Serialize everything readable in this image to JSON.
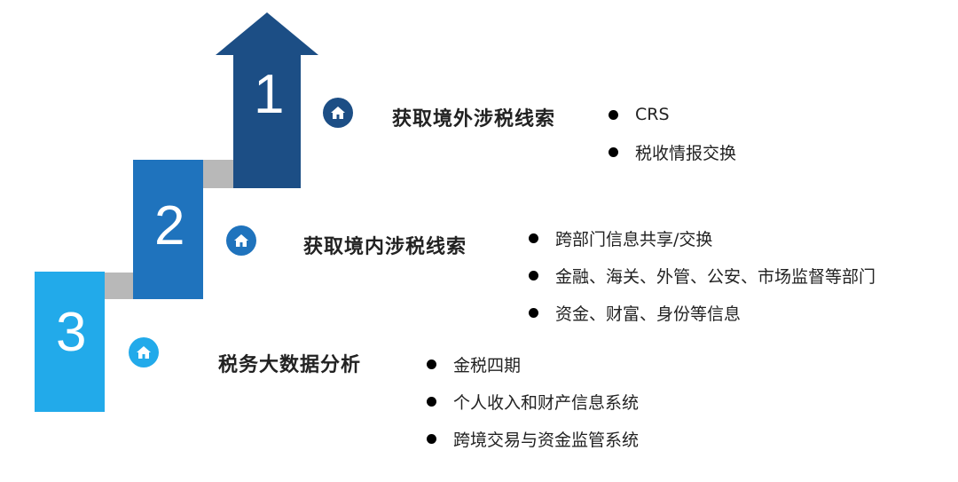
{
  "steps": [
    {
      "number": "1",
      "color": "#1c4e85",
      "icon": "home-icon",
      "title": "获取境外涉税线索",
      "items": [
        "CRS",
        "税收情报交换"
      ]
    },
    {
      "number": "2",
      "color": "#1f73bd",
      "icon": "home-icon",
      "title": "获取境内涉税线索",
      "items": [
        "跨部门信息共享/交换",
        "金融、海关、外管、公安、市场监督等部门",
        "资金、财富、身份等信息"
      ]
    },
    {
      "number": "3",
      "color": "#22aaea",
      "icon": "home-icon",
      "title": "税务大数据分析",
      "items": [
        "金税四期",
        "个人收入和财产信息系统",
        "跨境交易与资金监管系统"
      ]
    }
  ],
  "connector_color": "#b8b8b8"
}
